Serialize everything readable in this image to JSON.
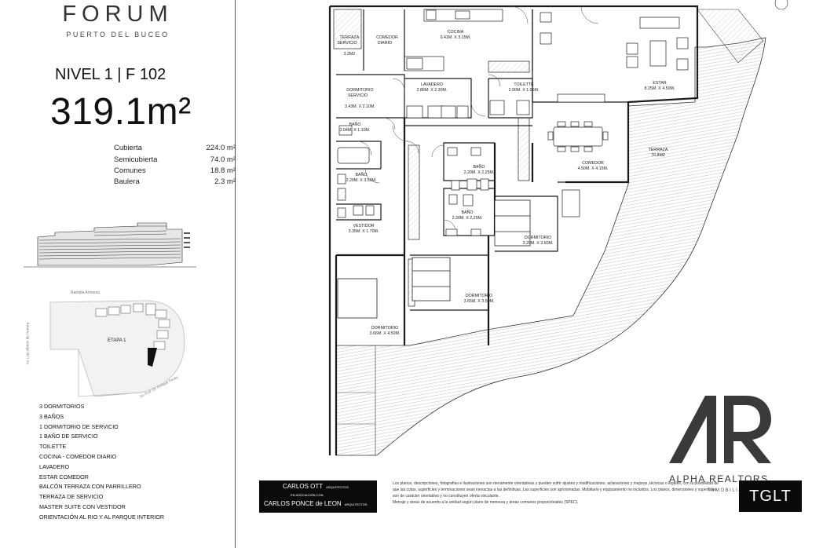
{
  "brand": {
    "title": "FORUM",
    "subtitle": "PUERTO DEL BUCEO"
  },
  "unit": {
    "label": "NIVEL 1 | F 102",
    "total_area": "319.1m²"
  },
  "areas": [
    {
      "value": "224.0 m²",
      "label": "Cubierta"
    },
    {
      "value": "74.0 m²",
      "label": "Semicubierta"
    },
    {
      "value": "18.8 m²",
      "label": "Comunes"
    },
    {
      "value": "2.3 m²",
      "label": "Baulera"
    }
  ],
  "site_map": {
    "road_top": "Rambla Armenia",
    "road_left": "Av. Luis Alberto de Herrera",
    "road_bottom": "Av. Prof. Dr. Enrique Pouey",
    "stage_label": "ETAPA 1"
  },
  "features": [
    "3 DORMITORIOS",
    "3 BAÑOS",
    "1 DORMITORIO DE SERVICIO",
    "1 BAÑO DE SERVICIO",
    "TOILETTE",
    "COCINA - COMEDOR DIARIO",
    "LAVADERO",
    "ESTAR COMEDOR",
    "BALCÓN TERRAZA CON PARRILLERO",
    "TERRAZA DE SERVICIO",
    "MASTER SUITE CON VESTIDOR",
    "ORIENTACIÓN AL RIO Y AL PARQUE INTERIOR"
  ],
  "rooms": {
    "terraza_servicio": {
      "name": "TERRAZA\nSERVICIO",
      "size": "3.2m2"
    },
    "comedor_diario": {
      "name": "COMEDOR\nDIARIO"
    },
    "cocina": {
      "name": "COCINA",
      "size": "6.41m. x 3.15m."
    },
    "dormitorio_servicio": {
      "name": "DORMITORIO\nSERVICIO",
      "size": "3.43m. x 2.10m."
    },
    "lavadero": {
      "name": "LAVADERO",
      "size": "2.86m. x 2.30m."
    },
    "toilette": {
      "name": "TOILETTE",
      "size": "2.00m. x 1.05m."
    },
    "estar": {
      "name": "ESTAR",
      "size": "8.25m. x 4.50m."
    },
    "bano_servicio": {
      "name": "BAÑO",
      "size": "2.04m. x 1.10m."
    },
    "bano_1": {
      "name": "BAÑO",
      "size": "2.20m. x 3.50m."
    },
    "bano_2": {
      "name": "BAÑO",
      "size": "2.20m. x 2.25m."
    },
    "bano_3": {
      "name": "BAÑO",
      "size": "2.20m. x 2.25m."
    },
    "comedor": {
      "name": "COMEDOR",
      "size": "4.50m. x 4.15m."
    },
    "terraza": {
      "name": "TERRAZA",
      "size": "70.8m2"
    },
    "vestidor": {
      "name": "VESTIDOR",
      "size": "3.35m. x 1.70m."
    },
    "dormitorio_1": {
      "name": "DORMITORIO",
      "size": "3.20m. x 3.60m."
    },
    "dormitorio_2": {
      "name": "DORMITORIO",
      "size": "3.65m. x 3.50m."
    },
    "dormitorio_3": {
      "name": "DORMITORIO",
      "size": "3.66m. x 4.50m."
    }
  },
  "architects": {
    "name1": "CARLOS OTT",
    "role1": "ARQUITECTOS",
    "tagline": "EN ASOCIACIÓN CON",
    "name2": "CARLOS PONCE de LEON",
    "role2": "ARQUITECTOS"
  },
  "disclaimer": [
    "Los planos, descripciones, fotografías e ilustraciones son meramente orientativas y pueden sufrir ajustes y modificaciones, aclaraciones y mejoras, ",
    "técnicas o legales, con la posibilidad de que las cotas, superficies y terminaciones sean inexactas a las definitivas. Las superficies son aproximadas. ",
    "Mobiliario y equipamiento no incluidos. Los planos, dimensiones y superficies son de carácter orientativo y no constituyen oferta vinculante.",
    "Metraje y áreas de acuerdo a la unidad según plano de mensura y áreas comunes proporcionales (SPEC)."
  ],
  "realtor": {
    "name": "ALPHA REALTORS",
    "sub": "INMOBILIARIA",
    "logo": "AR"
  },
  "developer": {
    "name": "TGLT"
  },
  "colors": {
    "ink": "#111111",
    "wall": "#1a1a1a",
    "hatch": "#9a9a9a",
    "logo_gray": "#3a3a3a",
    "badge_bg": "#0a0a0a"
  },
  "icons": {
    "building_elevation": "building-elevation-icon",
    "site_plan": "site-map-icon",
    "compass": "north-arrow-icon"
  }
}
